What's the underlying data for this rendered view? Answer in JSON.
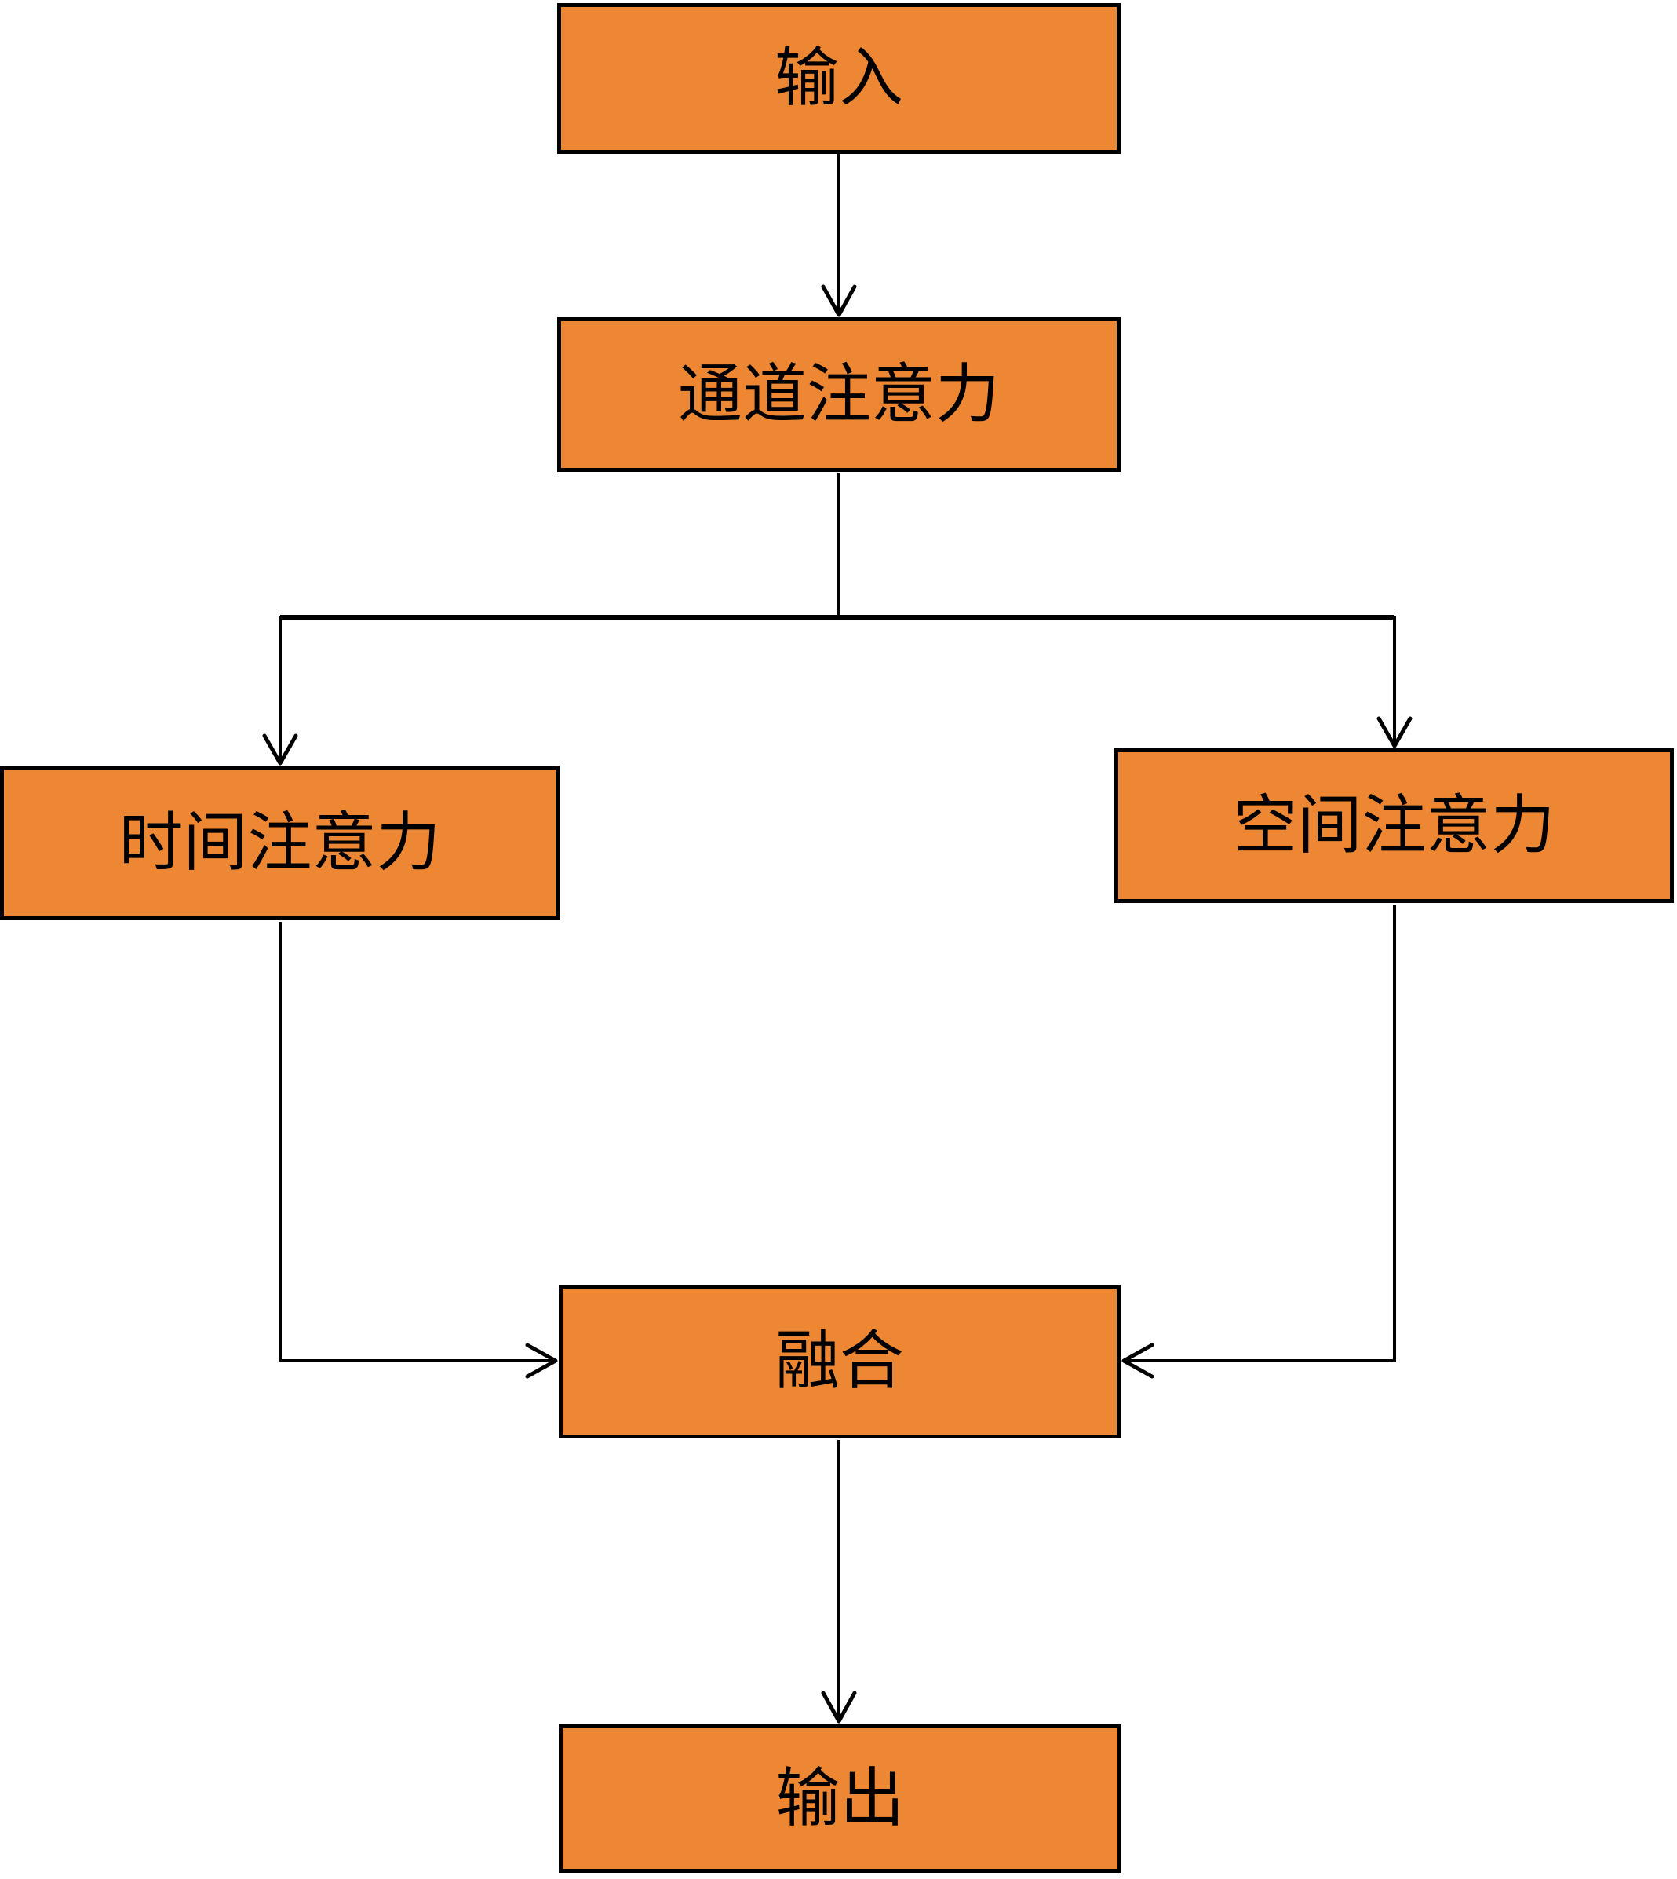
{
  "diagram": {
    "type": "flowchart",
    "nodes": [
      {
        "id": "input",
        "label": "输入"
      },
      {
        "id": "channel",
        "label": "通道注意力"
      },
      {
        "id": "temporal",
        "label": "时间注意力"
      },
      {
        "id": "spatial",
        "label": "空间注意力"
      },
      {
        "id": "fusion",
        "label": "融合"
      },
      {
        "id": "output",
        "label": "输出"
      }
    ],
    "edges": [
      {
        "from": "input",
        "to": "channel"
      },
      {
        "from": "channel",
        "to": "temporal"
      },
      {
        "from": "channel",
        "to": "spatial"
      },
      {
        "from": "temporal",
        "to": "fusion"
      },
      {
        "from": "spatial",
        "to": "fusion"
      },
      {
        "from": "fusion",
        "to": "output"
      }
    ],
    "colors": {
      "node_fill": "#ED8733",
      "node_border": "#000000",
      "connector": "#000000",
      "background": "#FFFFFF",
      "text": "#000000"
    }
  }
}
